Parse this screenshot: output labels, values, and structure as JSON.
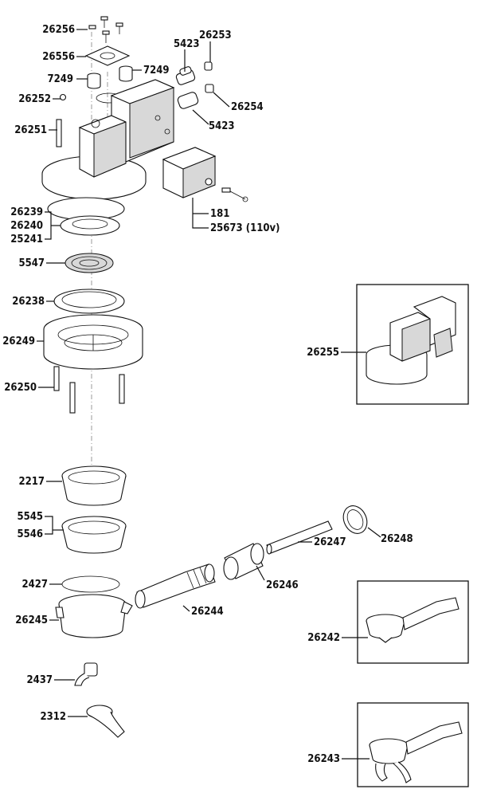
{
  "labels": {
    "p26256": "26256",
    "p26556": "26556",
    "p7249a": "7249",
    "p7249b": "7249",
    "p26252": "26252",
    "p26251": "26251",
    "p5423a": "5423",
    "p26253": "26253",
    "p26254": "26254",
    "p5423b": "5423",
    "p26239": "26239",
    "p26240": "26240",
    "p25241": "25241",
    "p181": "181",
    "p25673": "25673 (110v)",
    "p5547": "5547",
    "p26238": "26238",
    "p26249": "26249",
    "p26250": "26250",
    "p26255": "26255",
    "p2217": "2217",
    "p5545": "5545",
    "p5546": "5546",
    "p26248": "26248",
    "p26247": "26247",
    "p2427": "2427",
    "p26245": "26245",
    "p26246": "26246",
    "p26244": "26244",
    "p26242": "26242",
    "p2437": "2437",
    "p2312": "2312",
    "p26243": "26243"
  }
}
